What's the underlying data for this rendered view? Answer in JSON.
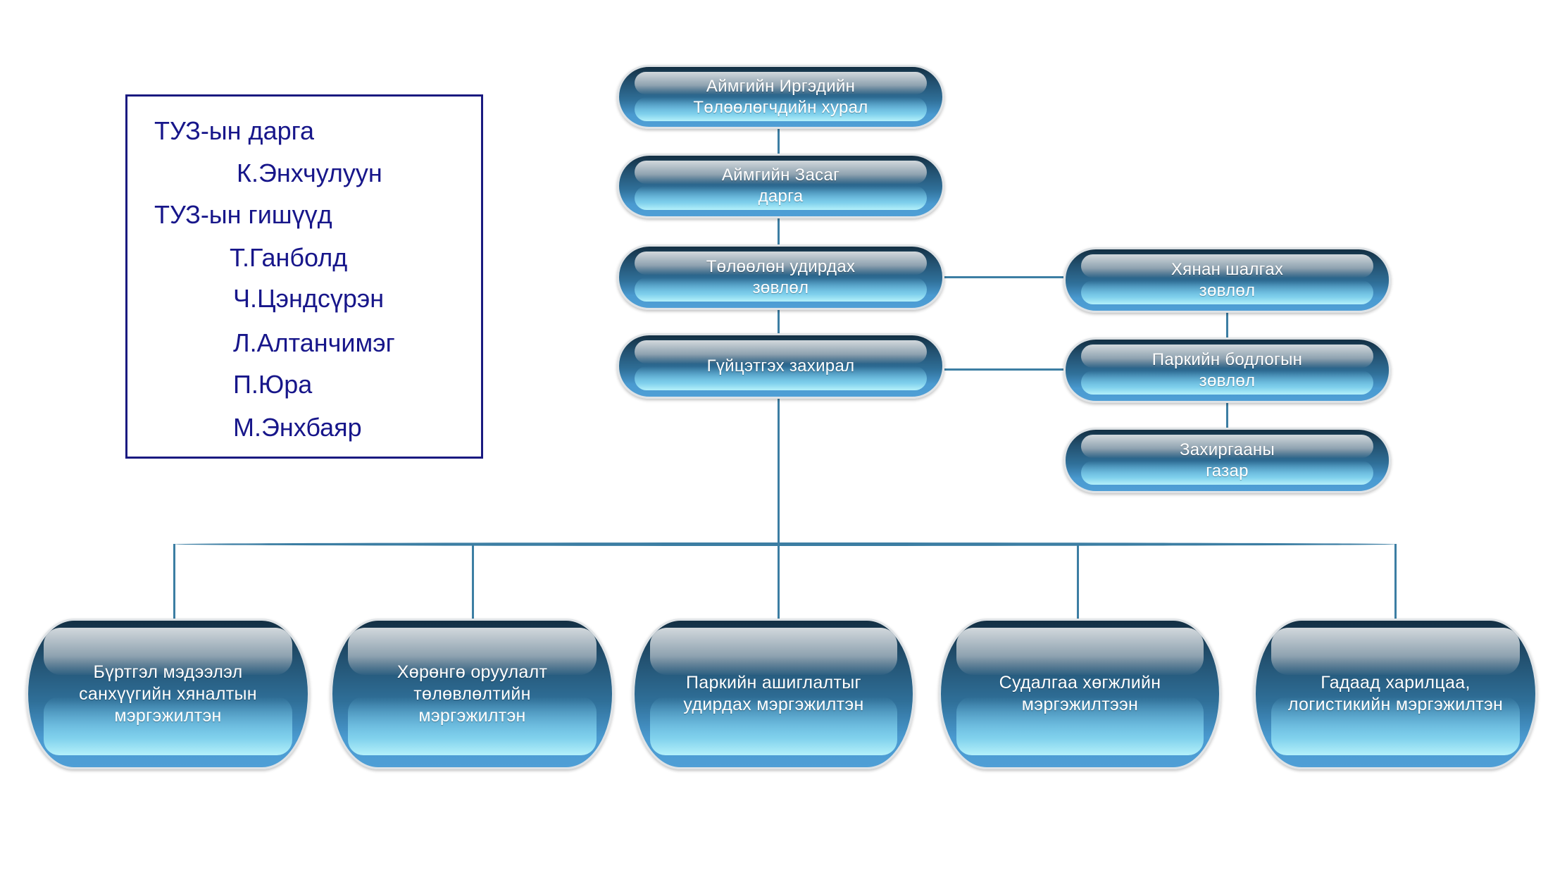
{
  "legend": {
    "chair_title": "ТУЗ-ын дарга",
    "chair_name": "К.Энхчулуун",
    "members_title": "ТУЗ-ын гишүүд",
    "members": [
      "Т.Ганболд",
      "Ч.Цэндсүрэн",
      "Л.Алтанчимэг",
      "П.Юра",
      "М.Энхбаяр"
    ]
  },
  "main_chain": [
    "Аймгийн Иргэдийн\nТөлөөлөгчдийн хурал",
    "Аймгийн Засаг\nдарга",
    "Төлөөлөн удирдах\nзөвлөл",
    "Гүйцэтгэх захирал"
  ],
  "side_chain": [
    "Хянан шалгах\nзөвлөл",
    "Паркийн бодлогын\nзөвлөл",
    "Захиргааны\nгазар"
  ],
  "specialists": [
    "Бүртгэл мэдээлэл\nсанхүүгийн хяналтын\nмэргэжилтэн",
    "Хөрөнгө оруулалт\nтөлөвлөлтийн\nмэргэжилтэн",
    "Паркийн ашиглалтыг\nудирдах мэргэжилтэн",
    "Судалгаа хөгжлийн\nмэргэжилтээн",
    "Гадаад харилцаа,\nлогистикийн мэргэжилтэн"
  ],
  "colors": {
    "line": "#3c7ea3",
    "legend_text": "#17168a"
  }
}
